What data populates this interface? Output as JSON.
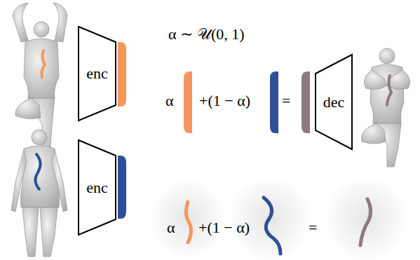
{
  "diagram": {
    "nodes": [
      {
        "text": [
          "enc"
        ]
      },
      {
        "text": [
          "enc"
        ]
      },
      {
        "text": [
          "dec"
        ]
      }
    ],
    "labels": [
      "α ∼ 𝒰(0, 1)",
      "α",
      "+(1 − α)",
      "=",
      "α",
      "+(1 − α)",
      "="
    ]
  }
}
